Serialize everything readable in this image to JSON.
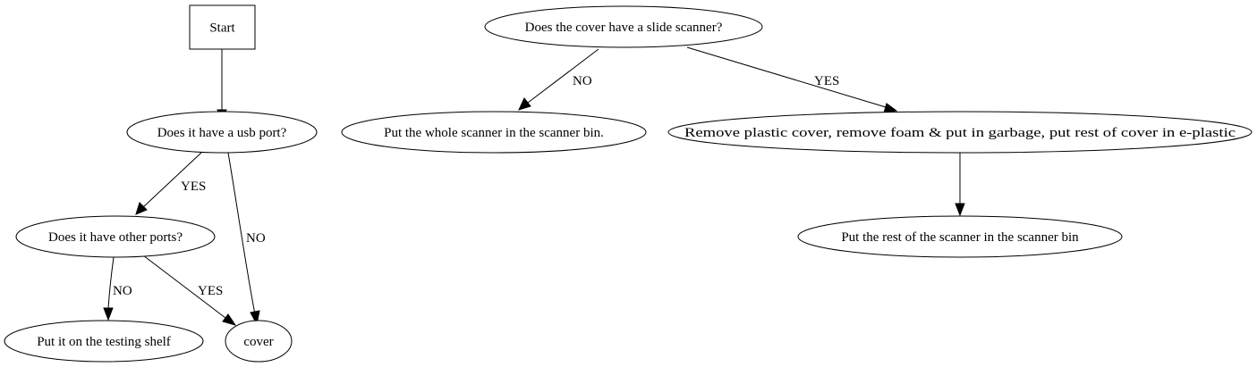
{
  "nodes": {
    "start": "Start",
    "usb_port": "Does it have a usb port?",
    "other_ports": "Does it have other ports?",
    "testing_shelf": "Put it on the testing shelf",
    "cover": "cover",
    "slide_scanner": "Does the cover have a slide scanner?",
    "whole_scanner": "Put the whole scanner in the scanner bin.",
    "remove_cover": "Remove plastic cover, remove foam & put in garbage, put rest of cover in e-plastic",
    "rest_scanner": "Put the rest of the scanner in the scanner bin"
  },
  "edges": {
    "usb_yes": "YES",
    "usb_no": "NO",
    "other_no": "NO",
    "other_yes": "YES",
    "slide_no": "NO",
    "slide_yes": "YES"
  }
}
